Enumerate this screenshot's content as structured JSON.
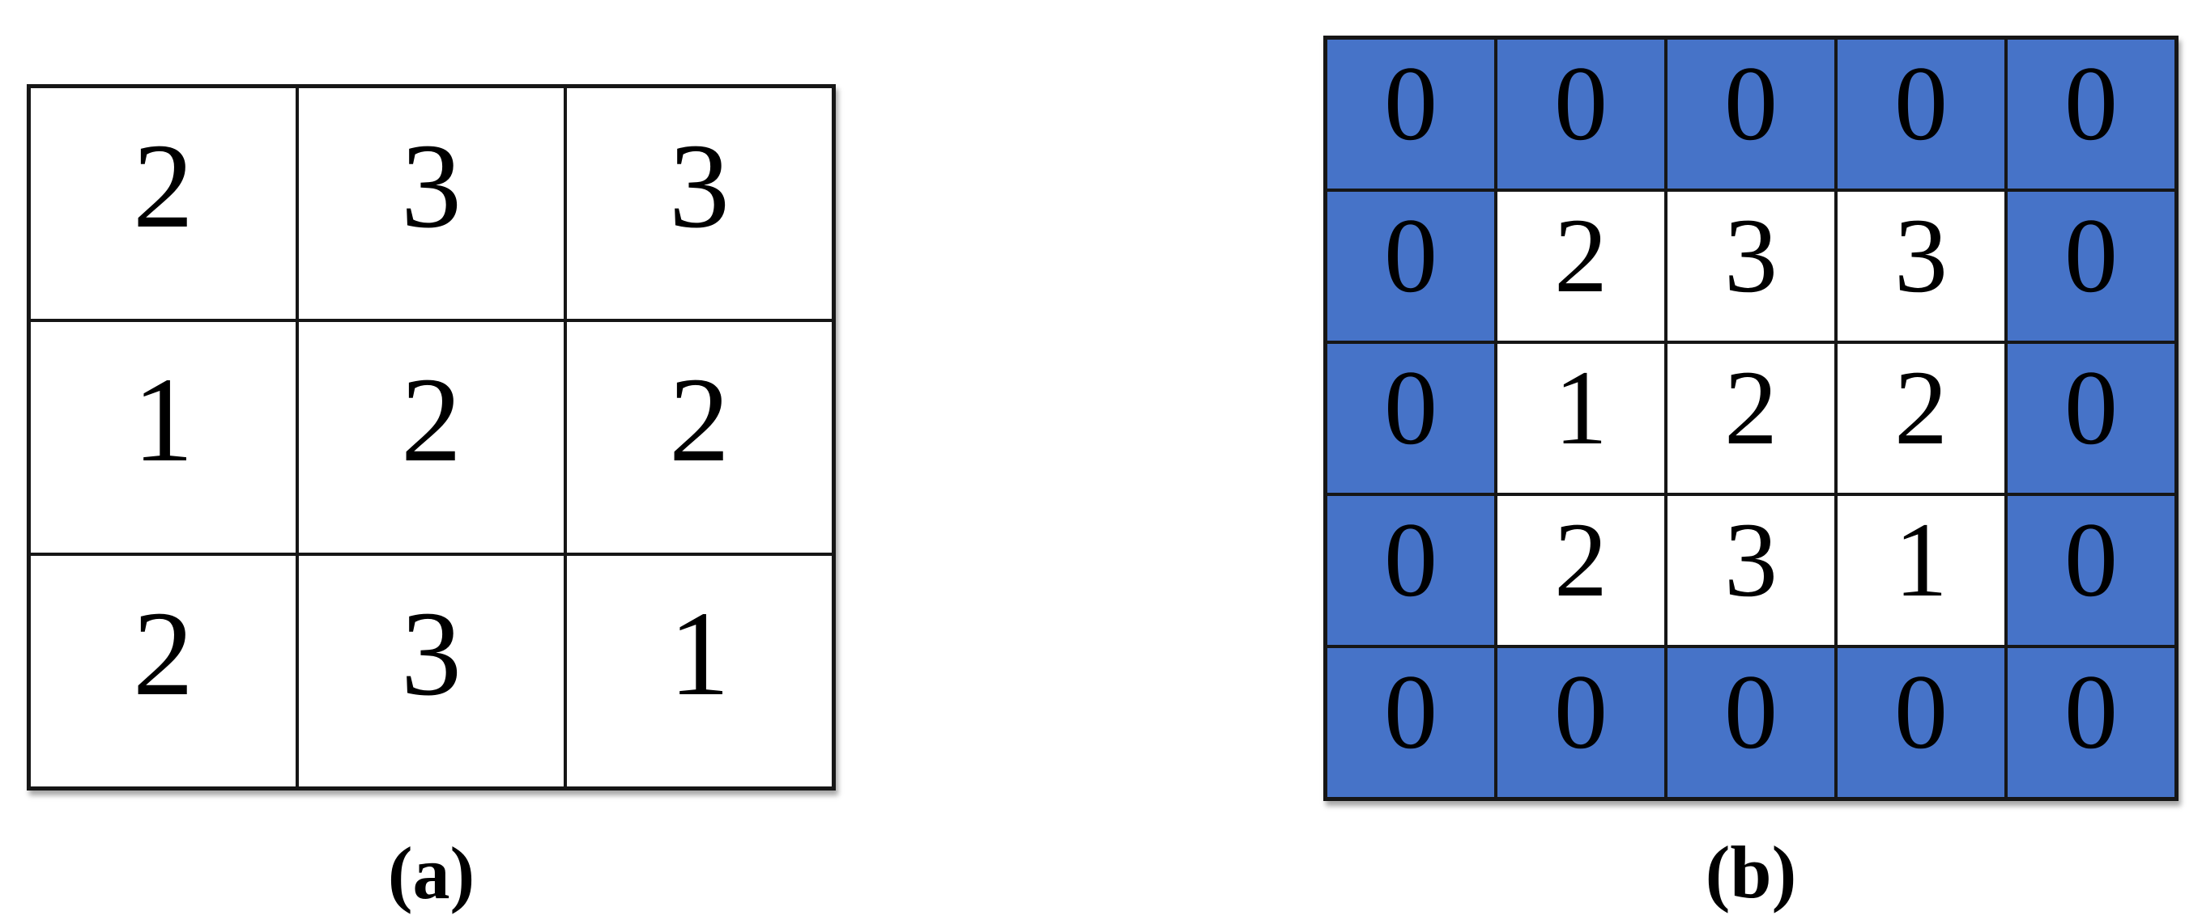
{
  "figure": {
    "colors": {
      "background": "#ffffff",
      "padding_cell_fill": "#4673c8",
      "cell_fill": "#ffffff",
      "grid_line": "#161616",
      "digit_color": "#000000"
    },
    "panel_a": {
      "label": "(a)",
      "rows": 3,
      "cols": 3,
      "cells": [
        [
          "2",
          "3",
          "3"
        ],
        [
          "1",
          "2",
          "2"
        ],
        [
          "2",
          "3",
          "1"
        ]
      ]
    },
    "panel_b": {
      "label": "(b)",
      "rows": 5,
      "cols": 5,
      "padding_value": "0",
      "cells": [
        [
          "0",
          "0",
          "0",
          "0",
          "0"
        ],
        [
          "0",
          "2",
          "3",
          "3",
          "0"
        ],
        [
          "0",
          "1",
          "2",
          "2",
          "0"
        ],
        [
          "0",
          "2",
          "3",
          "1",
          "0"
        ],
        [
          "0",
          "0",
          "0",
          "0",
          "0"
        ]
      ]
    }
  }
}
